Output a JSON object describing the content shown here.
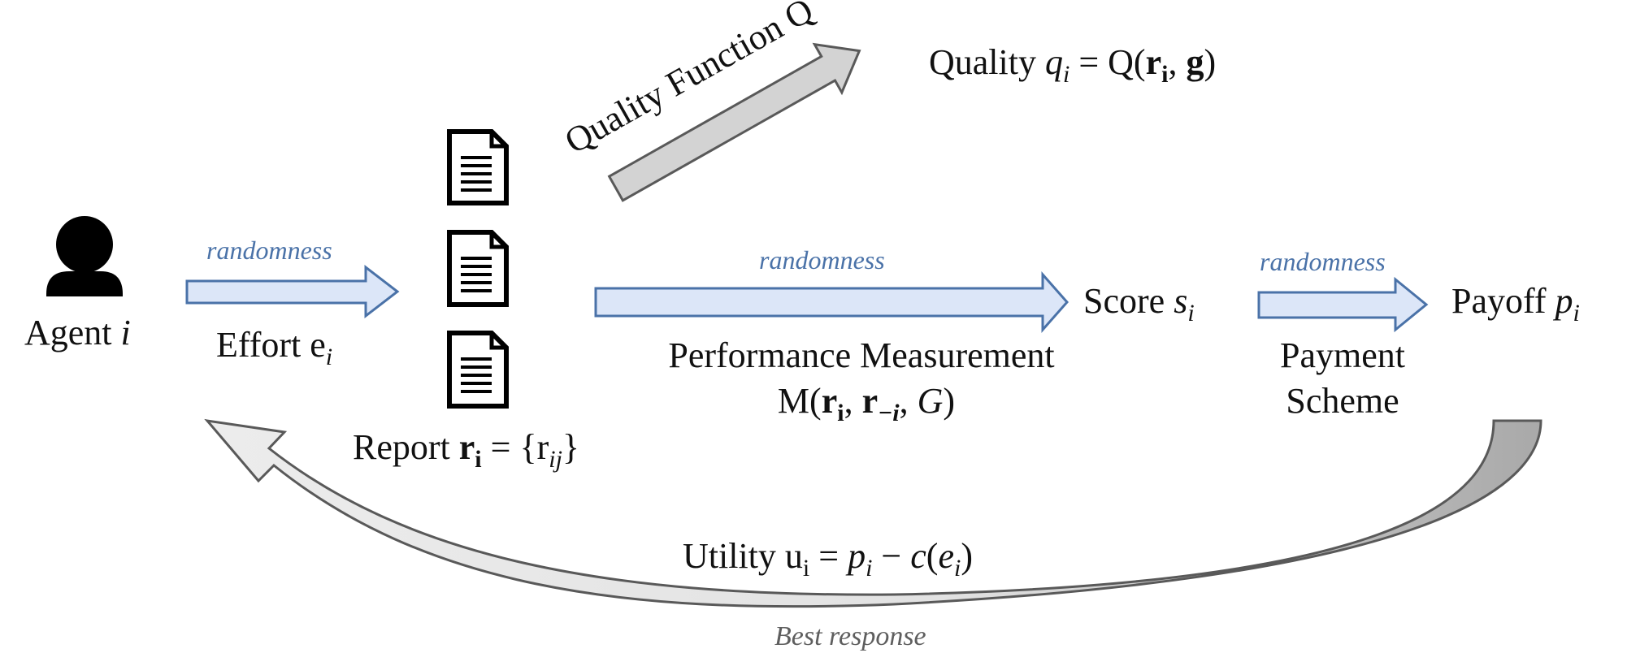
{
  "agent": {
    "label": "Agent ",
    "var": "i"
  },
  "effort": {
    "label": "Effort e",
    "sub": "i",
    "randomness": "randomness"
  },
  "report": {
    "label": "Report ",
    "r": "r",
    "sub_i": "i",
    "eq": " = {r",
    "sub_ij": "ij",
    "close": "}"
  },
  "quality_function": {
    "label": "Quality Function Q"
  },
  "quality": {
    "label": "Quality ",
    "q": "q",
    "sub_i": "i",
    "eq": " = Q(",
    "r": "r",
    "sub_r": "i",
    "sep": ", ",
    "g": "g",
    "close": ")"
  },
  "measurement": {
    "randomness": "randomness",
    "line1": "Performance Measurement",
    "m_open": "M(",
    "r": "r",
    "sub_i": "i",
    "sep1": ", ",
    "r2": "r",
    "sub_minus_i": "−i",
    "sep2": ", ",
    "G": "G",
    "close": ")"
  },
  "score": {
    "label": "Score ",
    "s": "s",
    "sub": "i"
  },
  "payment": {
    "randomness": "randomness",
    "line1": "Payment",
    "line2": "Scheme"
  },
  "payoff": {
    "label": "Payoff ",
    "p": "p",
    "sub": "i"
  },
  "utility": {
    "label": "Utility u",
    "sub_u": "i",
    "eq": " = ",
    "p": "p",
    "sub_p": "i",
    "minus": " − ",
    "c": "c",
    "open": "(",
    "e": "e",
    "sub_e": "i",
    "close": ")"
  },
  "feedback": {
    "label": "Best response"
  },
  "colors": {
    "blue_arrow_fill": "#dce6f8",
    "blue_arrow_stroke": "#4a72a8",
    "gray_arrow_fill": "#d3d3d3",
    "gray_arrow_stroke": "#595959",
    "randomness_text": "#4a72a8"
  }
}
